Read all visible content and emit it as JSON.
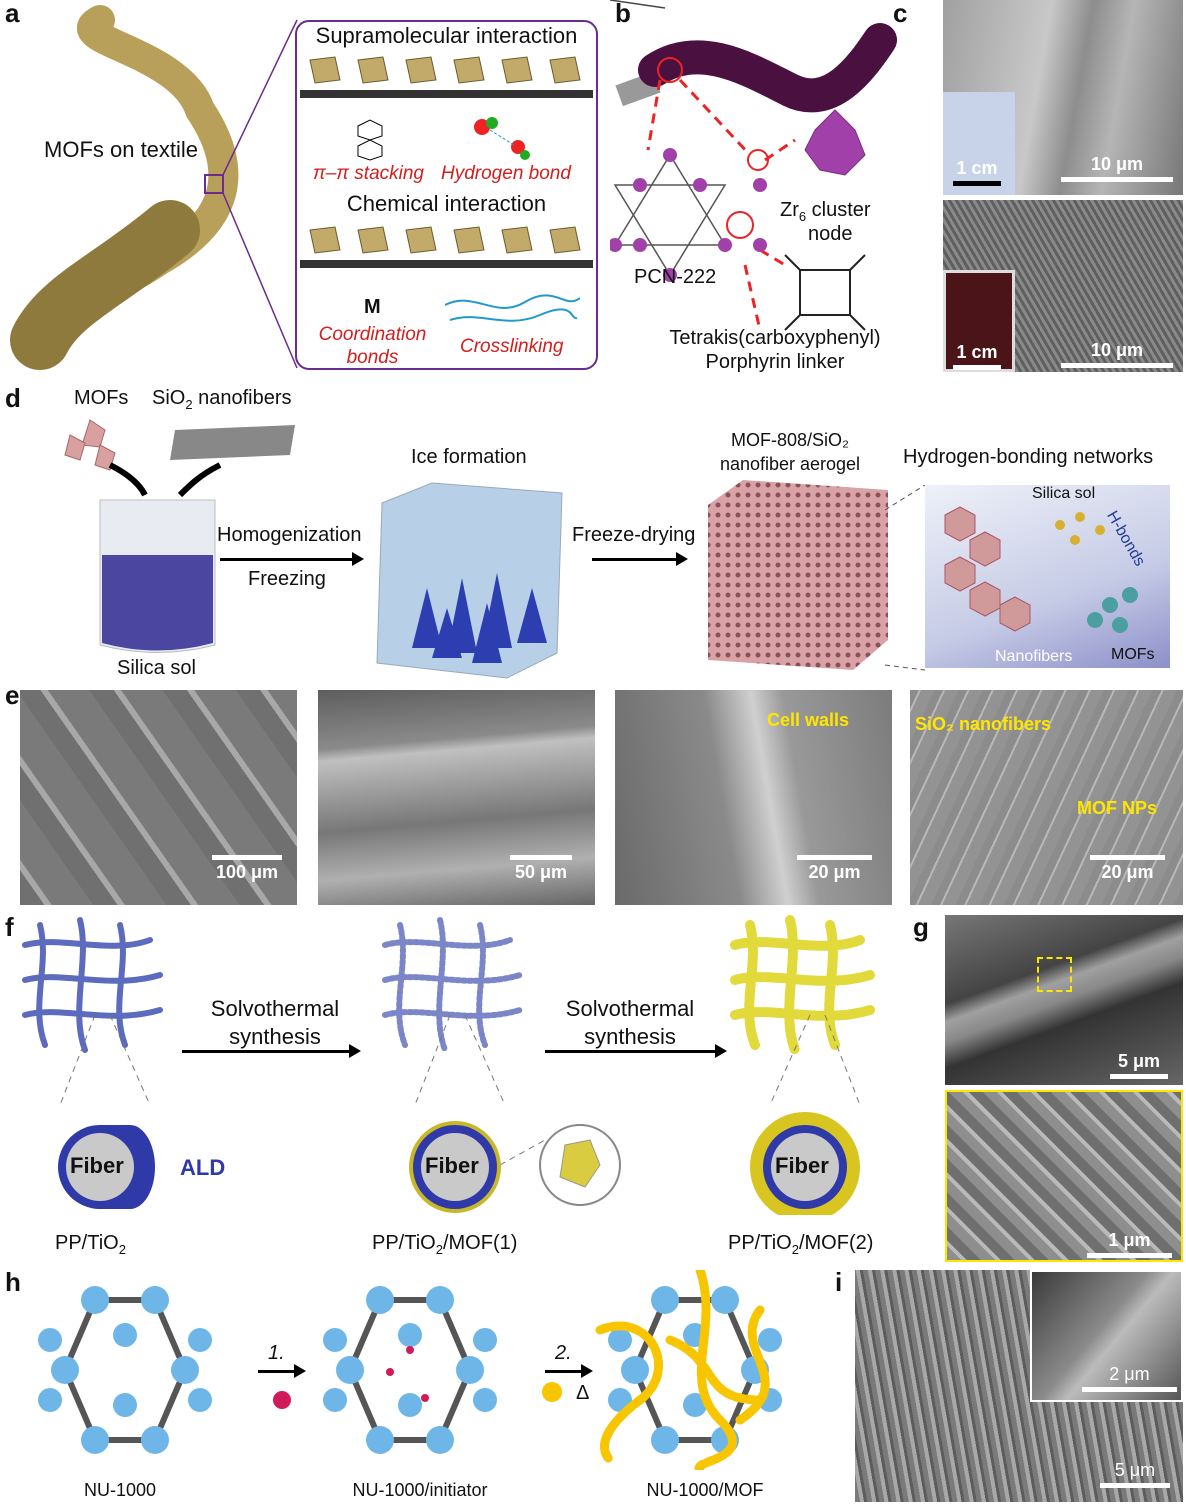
{
  "panels": {
    "a": {
      "label": "a",
      "textile": "MOFs on textile",
      "supra": "Supramolecular interaction",
      "pipi": "π–π stacking",
      "hbond": "Hydrogen bond",
      "chem": "Chemical interaction",
      "coord1": "Coordination",
      "coord2": "bonds",
      "cross": "Crosslinking",
      "metal": "M"
    },
    "b": {
      "label": "b",
      "zr_a": "Zr",
      "zr_sub": "6",
      "zr_b": " cluster",
      "node": "node",
      "pcn": "PCN-222",
      "linker1": "Tetrakis(carboxyphenyl)",
      "linker2": "Porphyrin linker"
    },
    "c": {
      "label": "c",
      "scale_cm": "1 cm",
      "scale_um": "10 μm"
    },
    "d": {
      "label": "d",
      "mofs": "MOFs",
      "sio2_a": "SiO",
      "sio2_sub": "2",
      "sio2_b": " nanofibers",
      "silica_sol": "Silica sol",
      "homogenization": "Homogenization",
      "freezing": "Freezing",
      "ice": "Ice formation",
      "freeze_drying": "Freeze-drying",
      "aerogel1": "MOF-808/SiO₂",
      "aerogel2": "nanofiber aerogel",
      "hbn": "Hydrogen-bonding networks",
      "inset_sol": "Silica sol",
      "inset_hbonds": "H-bonds",
      "inset_fibers": "Nanofibers",
      "inset_mofs": "MOFs"
    },
    "e": {
      "label": "e",
      "scales": [
        "100 μm",
        "50 μm",
        "20 μm",
        "20 μm"
      ],
      "cell_walls": "Cell walls",
      "sio2_nf": "SiO₂ nanofibers",
      "mof_nps": "MOF NPs"
    },
    "f": {
      "label": "f",
      "solvo1": "Solvothermal",
      "solvo2": "synthesis",
      "fiber": "Fiber",
      "ald": "ALD",
      "names": [
        "PP/TiO",
        "PP/TiO",
        "PP/TiO"
      ],
      "sub": "2",
      "suffix": [
        "",
        "/MOF(1)",
        "/MOF(2)"
      ]
    },
    "g": {
      "label": "g",
      "scale1": "5 μm",
      "scale2": "1 μm"
    },
    "h": {
      "label": "h",
      "step1": "1.",
      "step2": "2.",
      "delta": "Δ",
      "names": [
        "NU-1000",
        "NU-1000/initiator",
        "NU-1000/MOF"
      ]
    },
    "i": {
      "label": "i",
      "scale_inset": "2 μm",
      "scale_main": "5 μm"
    }
  },
  "colors": {
    "purple_frame": "#6a2c8e",
    "red_text": "#d41e1e",
    "yellow_label": "#ffe600",
    "mof_blue": "#6fb6e8",
    "polymer_yellow": "#f7c600"
  }
}
